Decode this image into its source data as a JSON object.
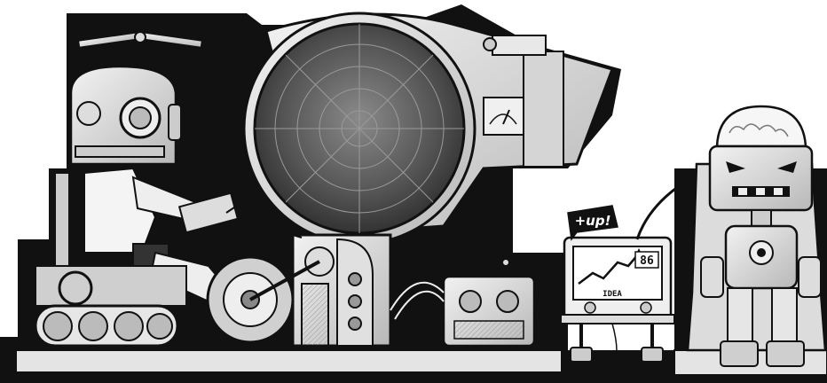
{
  "scene": {
    "caption_badge": "+up!",
    "monitor_label": "IDEA",
    "monitor_counter": "86",
    "colors": {
      "ink": "#111111",
      "metal_light": "#e6e6e6",
      "metal_mid": "#bdbdbd",
      "metal_dark": "#6e6e6e",
      "paper": "#ffffff"
    }
  }
}
